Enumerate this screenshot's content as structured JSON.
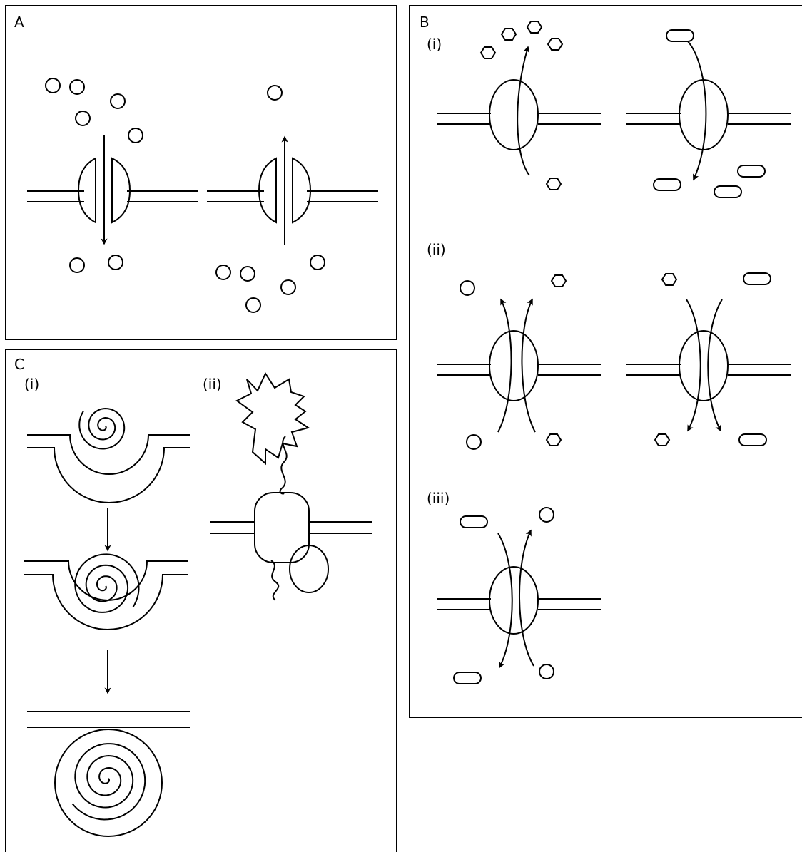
{
  "panels": {
    "a": {
      "label": "A"
    },
    "b": {
      "label": "B",
      "sub_i": "(i)",
      "sub_ii": "(ii)",
      "sub_iii": "(iii)"
    },
    "c": {
      "label": "C",
      "sub_i": "(i)",
      "sub_ii": "(ii)"
    }
  },
  "colors": {
    "stroke": "#000000",
    "background": "#ffffff"
  }
}
